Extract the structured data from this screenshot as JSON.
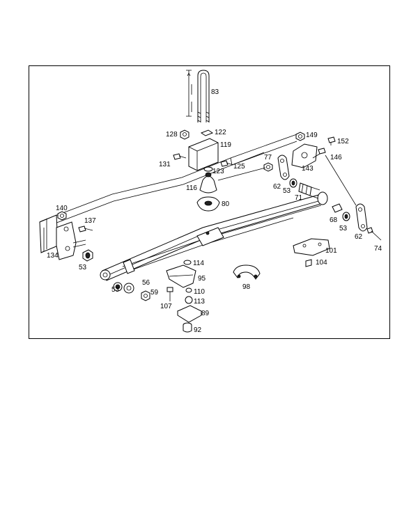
{
  "diagram": {
    "part_labels": [
      "83",
      "128",
      "122",
      "119",
      "131",
      "123",
      "125",
      "116",
      "80",
      "149",
      "152",
      "146",
      "143",
      "77",
      "62",
      "53",
      "71",
      "140",
      "137",
      "134",
      "53",
      "68",
      "53",
      "62",
      "74",
      "101",
      "104",
      "114",
      "95",
      "110",
      "113",
      "107",
      "89",
      "92",
      "98",
      "53",
      "56",
      "59"
    ]
  }
}
